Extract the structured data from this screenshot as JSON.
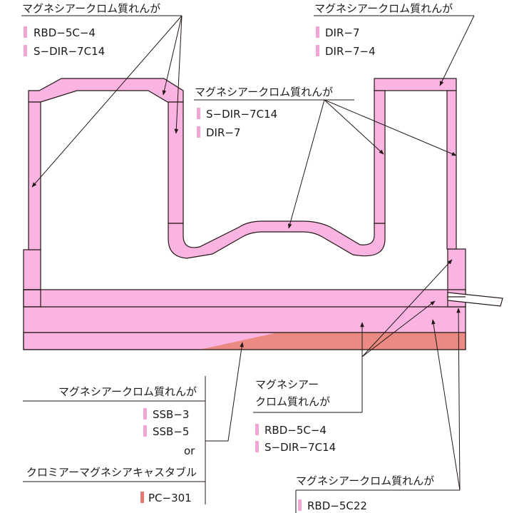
{
  "colors": {
    "pink": "#f9b4e2",
    "salmon": "#ea8a82",
    "swatch_pink": "#f2a6d6",
    "swatch_salmon": "#e47a72",
    "outline": "#231815"
  },
  "labels": {
    "top_left": {
      "title": "マグネシアークロム質れんが",
      "items": [
        "RBD−5C−4",
        "S−DIR−7C14"
      ]
    },
    "top_right": {
      "title": "マグネシアークロム質れんが",
      "items": [
        "DIR−7",
        "DIR−7−4"
      ]
    },
    "middle": {
      "title": "マグネシアークロム質れんが",
      "items": [
        "S−DIR−7C14",
        "DIR−7"
      ]
    },
    "bottom_left": {
      "title": "マグネシアークロム質れんが",
      "items": [
        "SSB−3",
        "SSB−5"
      ],
      "or_text": "or",
      "title2": "クロミアーマグネシアキャスタブル",
      "items2": [
        "PC−301"
      ]
    },
    "bottom_center": {
      "title_line1": "マグネシアー",
      "title_line2": "クロム質れんが",
      "items": [
        "RBD−5C−4",
        "S−DIR−7C14"
      ]
    },
    "bottom_right": {
      "title": "マグネシアークロム質れんが",
      "items": [
        "RBD−5C22"
      ]
    }
  }
}
